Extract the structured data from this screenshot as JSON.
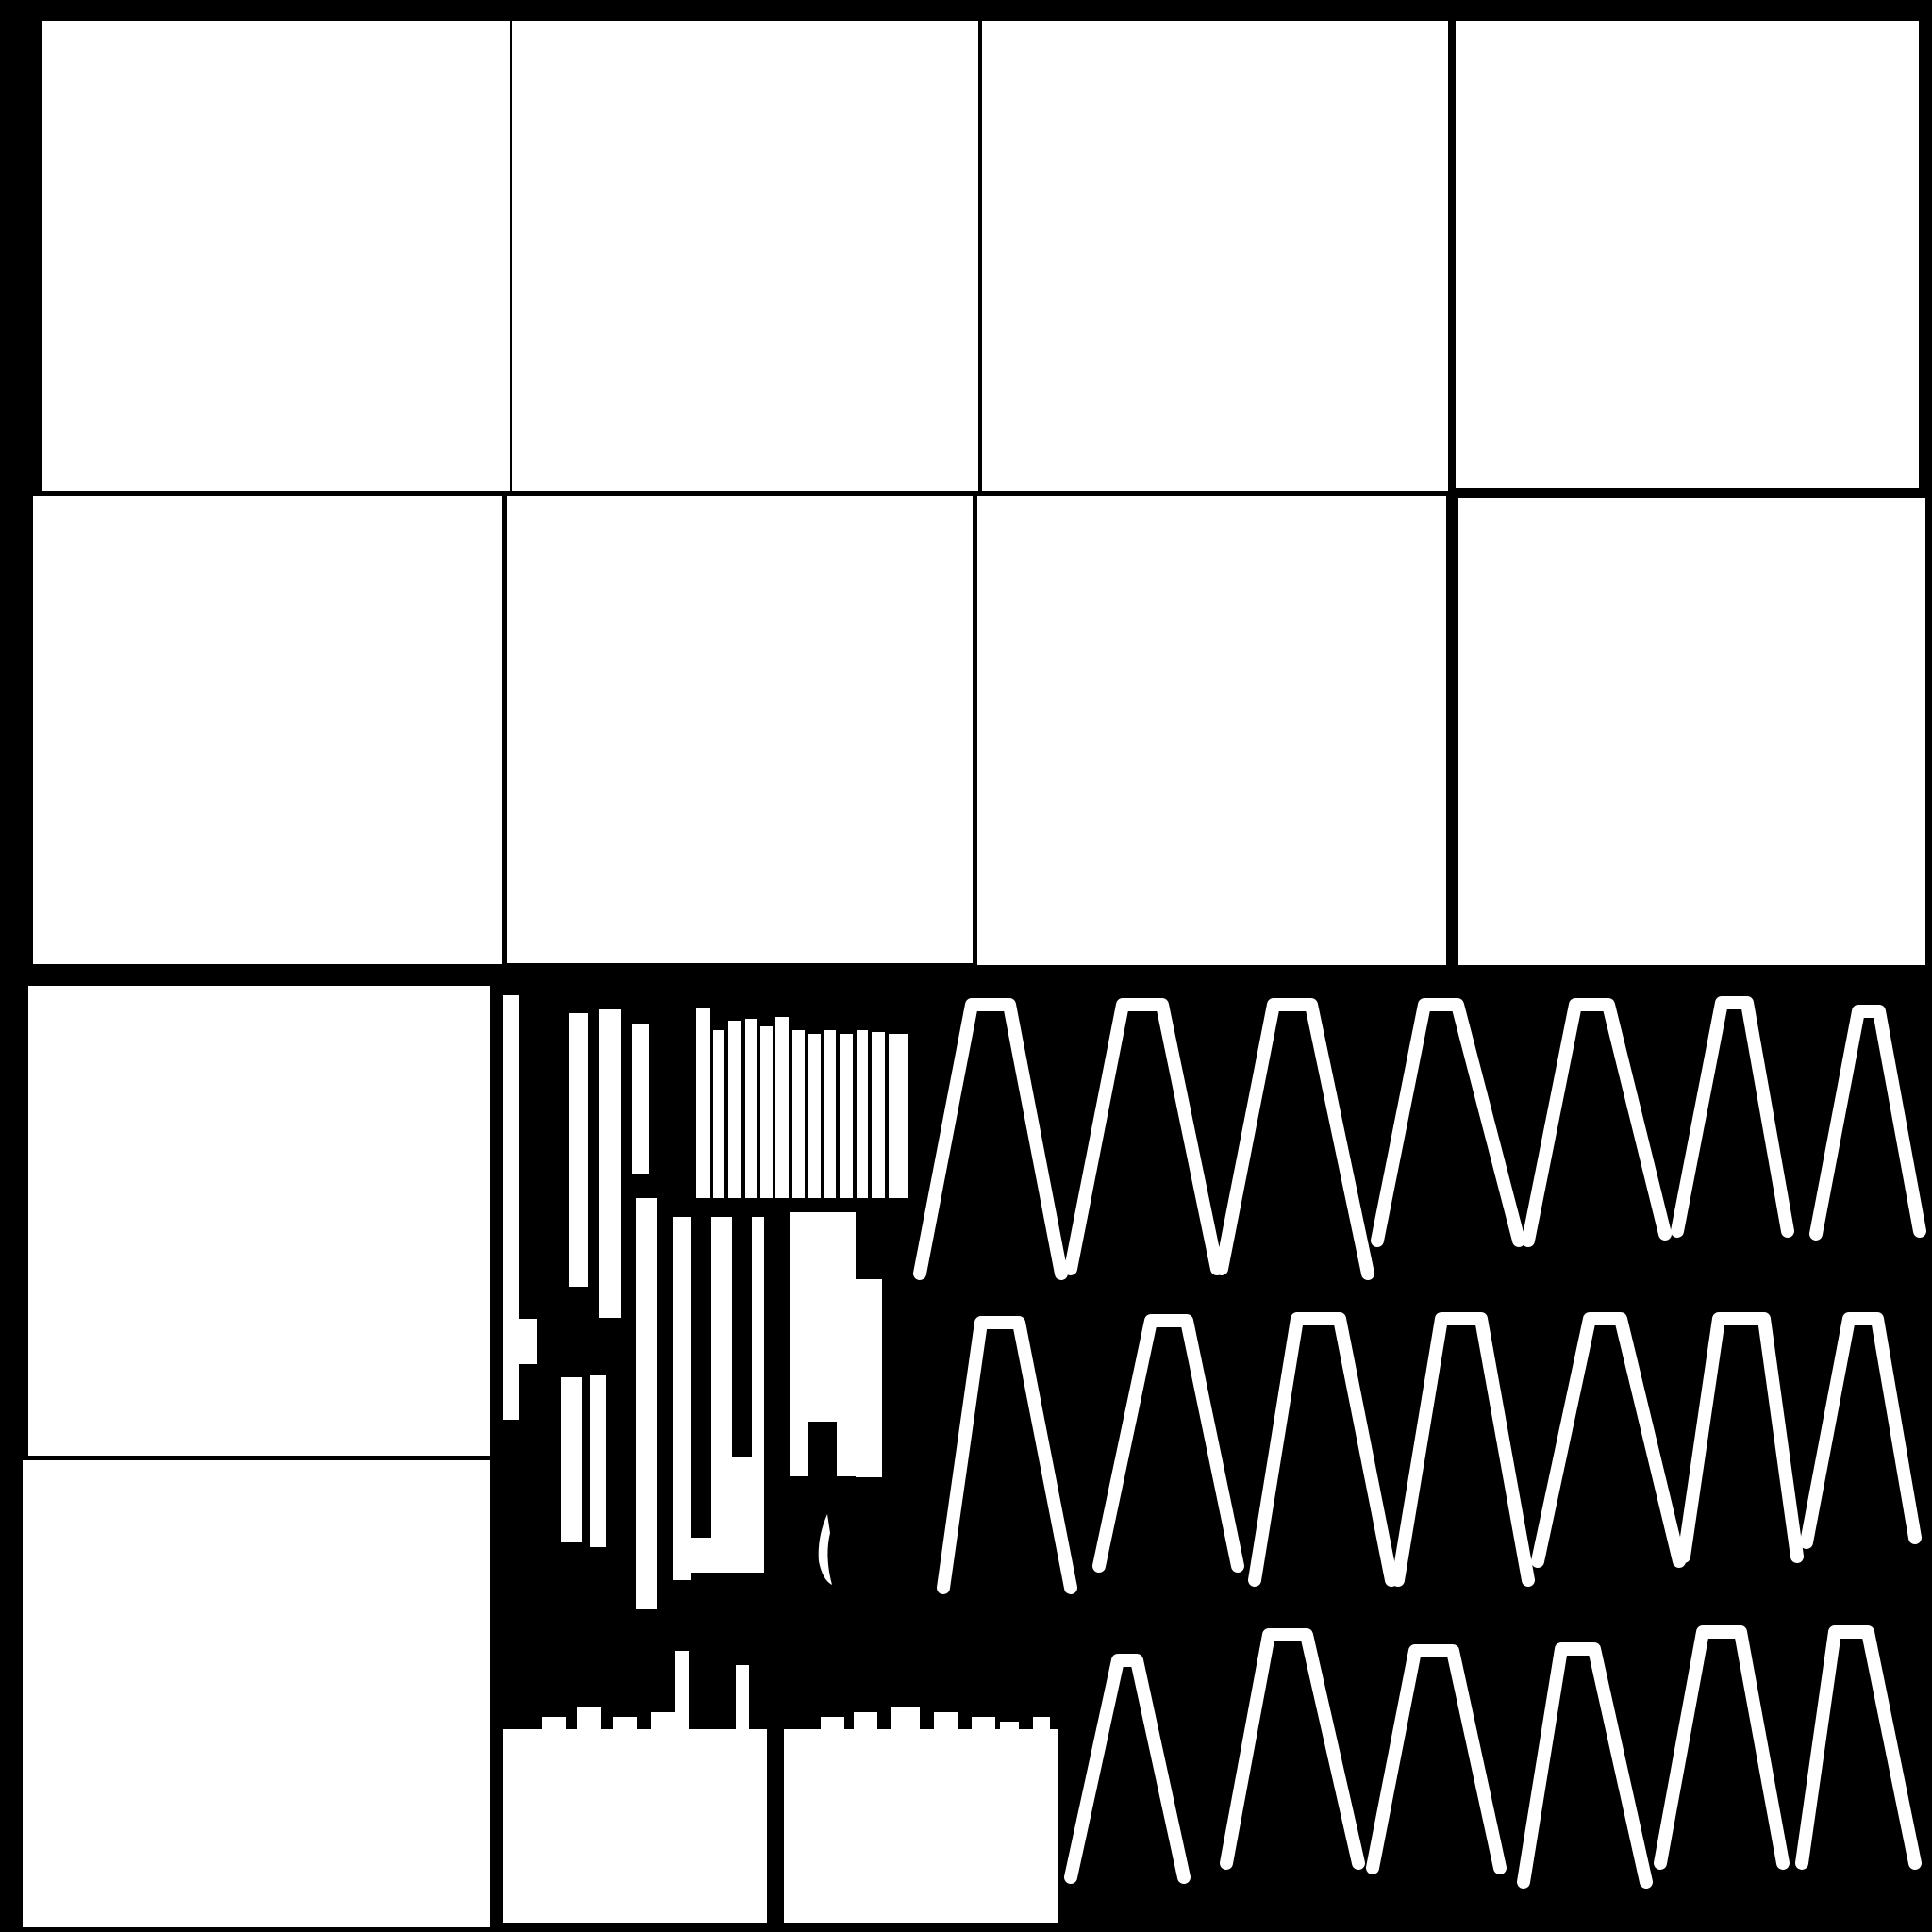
{
  "atlas": {
    "background_color": "#000000",
    "mask_color": "#ffffff",
    "sheet": "texture-mask-atlas",
    "tile_rows": 3,
    "tiles_row_1": 4,
    "tiles_row_2": 4,
    "tiles_column_3": 2,
    "sprite_groups": [
      {
        "kind": "vertical-bar-cluster",
        "count": 1
      },
      {
        "kind": "short-bar-row",
        "count": 1
      },
      {
        "kind": "tall-bar-cluster",
        "count": 2
      },
      {
        "kind": "skyline-block",
        "count": 2
      },
      {
        "kind": "a-frame-leg",
        "count": 20
      },
      {
        "kind": "curved-sliver",
        "count": 1
      }
    ]
  }
}
